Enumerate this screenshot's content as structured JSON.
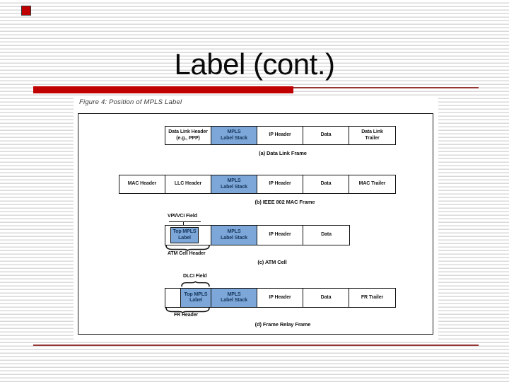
{
  "title": "Label (cont.)",
  "colors": {
    "accent_red": "#C00000",
    "rule_red": "#953735",
    "cell_blue": "#7DA7D8"
  },
  "figure": {
    "caption": "Figure 4: Position of MPLS Label",
    "row_a": {
      "cells": [
        "Data Link Header\n(e.g., PPP)",
        "MPLS\nLabel Stack",
        "IP Header",
        "Data",
        "Data Link\nTrailer"
      ],
      "label": "(a) Data Link Frame"
    },
    "row_b": {
      "cells": [
        "MAC Header",
        "LLC Header",
        "MPLS\nLabel Stack",
        "IP Header",
        "Data",
        "MAC Trailer"
      ],
      "label": "(b) IEEE 802 MAC Frame"
    },
    "row_c": {
      "pointer_label": "VPI/VCI Field",
      "inner_cell": "Top MPLS\nLabel",
      "cells": [
        "MPLS\nLabel Stack",
        "IP Header",
        "Data"
      ],
      "brace_label": "ATM Cell Header",
      "label": "(c) ATM Cell"
    },
    "row_d": {
      "pointer_label": "DLCI Field",
      "cells": [
        "",
        "Top MPLS\nLabel",
        "MPLS\nLabel Stack",
        "IP Header",
        "Data",
        "FR Trailer"
      ],
      "brace_label": "FR Header",
      "label": "(d) Frame Relay Frame"
    }
  }
}
